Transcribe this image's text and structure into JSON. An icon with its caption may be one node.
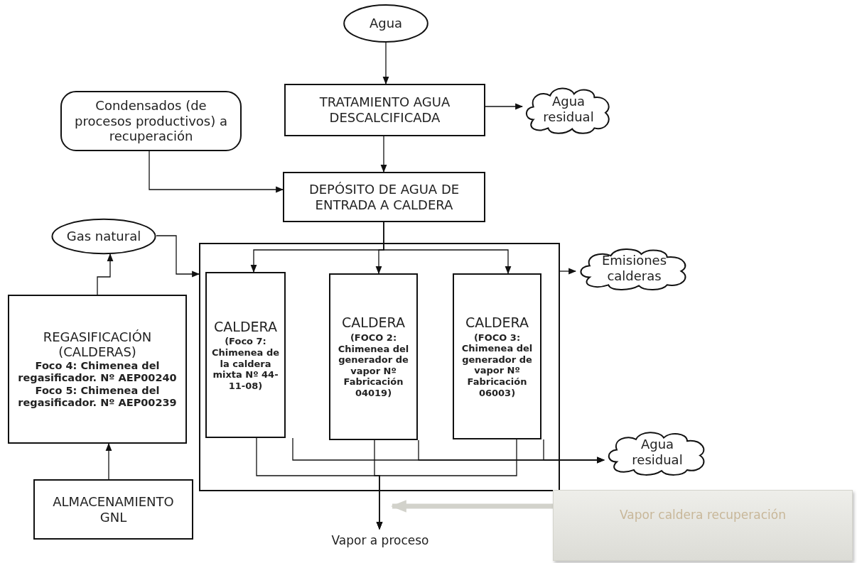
{
  "diagram": {
    "nodes": [
      {
        "text": [
          "Agua"
        ]
      },
      {
        "text": [
          "TRATAMIENTO AGUA DESCALCIFICADA"
        ]
      },
      {
        "text": [
          "Agua residual"
        ]
      },
      {
        "text": [
          "Condensados (de procesos productivos) a recuperación"
        ]
      },
      {
        "text": [
          "DEPÓSITO DE AGUA DE ENTRADA A CALDERA"
        ]
      },
      {
        "text": [
          "Gas natural"
        ]
      },
      {
        "text": [],
        "shape": "box"
      },
      {
        "text": [
          "CALDERA",
          "(Foco 7: Chimenea de la caldera mixta Nº 44-11-08)"
        ],
        "in": 6
      },
      {
        "text": [
          "CALDERA",
          "(FOCO 2: Chimenea del generador de vapor Nº Fabricación 04019)"
        ],
        "in": 6
      },
      {
        "text": [
          "CALDERA",
          "(FOCO 3: Chimenea del generador de vapor Nº Fabricación 06003)"
        ],
        "in": 6
      },
      {
        "text": [
          "Emisiones calderas"
        ]
      },
      {
        "text": [
          "REGASIFICACIÓN (CALDERAS)",
          "Foco 4: Chimenea del regasificador. Nº AEP00240",
          "Foco 5: Chimenea del regasificador. Nº AEP00239"
        ]
      },
      {
        "text": [
          "ALMACENAMIENTO GNL"
        ]
      },
      {
        "text": [
          "Agua residual"
        ]
      },
      {
        "text": [
          "Vapor a proceso"
        ]
      },
      {
        "text": [
          "Vapor caldera recuperación"
        ]
      }
    ],
    "edges": [
      {
        "from": 0,
        "to": 1,
        "arrow": "to"
      },
      {
        "from": 1,
        "to": 2,
        "arrow": "to"
      },
      {
        "from": 1,
        "to": 4,
        "arrow": "to"
      },
      {
        "from": 3,
        "to": 4,
        "arrow": "to"
      },
      {
        "from": 4,
        "to": 7,
        "arrow": "to"
      },
      {
        "from": 4,
        "to": 8,
        "arrow": "to"
      },
      {
        "from": 4,
        "to": 9,
        "arrow": "to"
      },
      {
        "from": 5,
        "to": 6,
        "arrow": "to"
      },
      {
        "from": 12,
        "to": 11,
        "arrow": "to"
      },
      {
        "from": 11,
        "to": 5,
        "arrow": "to"
      },
      {
        "from": 6,
        "to": 10,
        "arrow": "to"
      },
      {
        "from": 7,
        "to": 13,
        "arrow": "to"
      },
      {
        "from": 8,
        "to": 13,
        "arrow": "to"
      },
      {
        "from": 9,
        "to": 13,
        "arrow": "to"
      },
      {
        "from": 7,
        "to": 14,
        "arrow": "to"
      },
      {
        "from": 8,
        "to": 14,
        "arrow": "to"
      },
      {
        "from": 9,
        "to": 14,
        "arrow": "to"
      },
      {
        "from": 15,
        "to": 14,
        "arrow": "to",
        "style": "thick",
        "color": "#d2d2cb"
      }
    ]
  }
}
